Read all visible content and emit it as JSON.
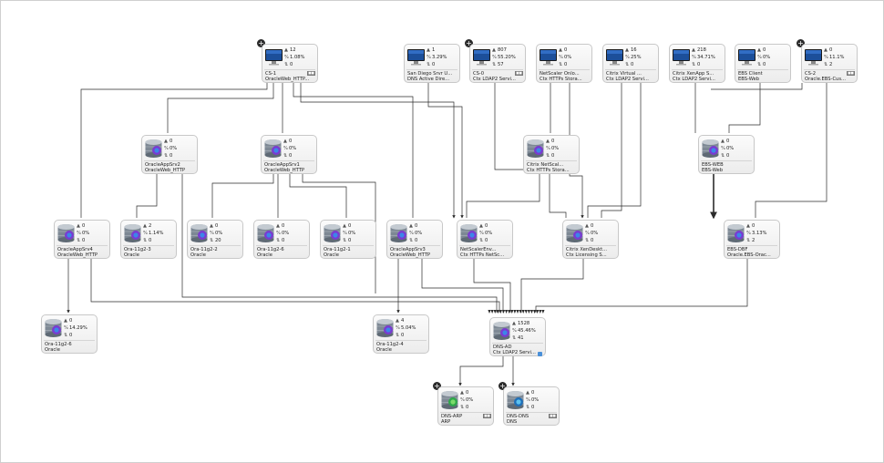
{
  "nodes": {
    "cs1": {
      "alerts": "12",
      "pct": "1.08%",
      "conn": "0",
      "l1": "CS-1",
      "l2": "OracleWeb_HTTP..."
    },
    "sanDiegoServer": {
      "alerts": "1",
      "pct": "3.29%",
      "conn": "0",
      "l1": "San Diego Srvr U...",
      "l2": "DNS Active Dire..."
    },
    "cs0": {
      "alerts": "807",
      "pct": "55.20%",
      "conn": "57",
      "l1": "CS-0",
      "l2": "Ctx LDAP2 Servi..."
    },
    "netScalerOnlo": {
      "alerts": "0",
      "pct": "0%",
      "conn": "0",
      "l1": "NetScaler Onlo...",
      "l2": "Ctx HTTPs Stora..."
    },
    "citrixVirtual": {
      "alerts": "16",
      "pct": "25%",
      "conn": "0",
      "l1": "Citrix Virtual ...",
      "l2": "Ctx LDAP2 Servi..."
    },
    "citrixXenApp": {
      "alerts": "218",
      "pct": "34.71%",
      "conn": "0",
      "l1": "Citrix XenApp S...",
      "l2": "Ctx LDAP2 Servi..."
    },
    "ebsClient": {
      "alerts": "0",
      "pct": "0%",
      "conn": "0",
      "l1": "EBS Client",
      "l2": "EBS-Web"
    },
    "cs2": {
      "alerts": "0",
      "pct": "11.1%",
      "conn": "2",
      "l1": "CS-2",
      "l2": "Oracle.EBS-Cus..."
    },
    "oracleAppSrv2": {
      "alerts": "0",
      "pct": "0%",
      "conn": "0",
      "l1": "OracleAppSrv2",
      "l2": "OracleWeb_HTTP"
    },
    "oracleAppSrv1": {
      "alerts": "0",
      "pct": "0%",
      "conn": "0",
      "l1": "OracleAppSrv1",
      "l2": "OracleWeb_HTTP"
    },
    "citrixNetScaler": {
      "alerts": "0",
      "pct": "0%",
      "conn": "0",
      "l1": "Citrix NetScal...",
      "l2": "Ctx HTTPs Stora..."
    },
    "ebsWeb": {
      "alerts": "0",
      "pct": "0%",
      "conn": "0",
      "l1": "EBS-WEB",
      "l2": "EBS-Web"
    },
    "oracleAppSrv4": {
      "alerts": "0",
      "pct": "0%",
      "conn": "0",
      "l1": "OracleAppSrv4",
      "l2": "OracleWeb_HTTP"
    },
    "ora11g23": {
      "alerts": "2",
      "pct": "1.14%",
      "conn": "0",
      "l1": "Ora-11g2-3",
      "l2": "Oracle"
    },
    "ora11g22": {
      "alerts": "0",
      "pct": "0%",
      "conn": "20",
      "l1": "Ora-11g2-2",
      "l2": "Oracle"
    },
    "ora11g26a": {
      "alerts": "0",
      "pct": "0%",
      "conn": "0",
      "l1": "Ora-11g2-6",
      "l2": "Oracle"
    },
    "ora11g21": {
      "alerts": "0",
      "pct": "0%",
      "conn": "0",
      "l1": "Ora-11g2-1",
      "l2": "Oracle"
    },
    "oracleAppSrv3": {
      "alerts": "0",
      "pct": "0%",
      "conn": "0",
      "l1": "OracleAppSrv3",
      "l2": "OracleWeb_HTTP"
    },
    "netScalerEnv": {
      "alerts": "0",
      "pct": "0%",
      "conn": "0",
      "l1": "NetScalerEnv...",
      "l2": "Ctx HTTPs NetSc..."
    },
    "citrixXenDeskt": {
      "alerts": "0",
      "pct": "0%",
      "conn": "0",
      "l1": "Citrix XenDeskt...",
      "l2": "Ctx Licensing S..."
    },
    "ebsDbf": {
      "alerts": "0",
      "pct": "3.13%",
      "conn": "2",
      "l1": "EBS-DBF",
      "l2": "Oracle.EBS-Orac..."
    },
    "ora11g26b": {
      "alerts": "0",
      "pct": "14.29%",
      "conn": "0",
      "l1": "Ora-11g2-6",
      "l2": "Oracle"
    },
    "ora11g24": {
      "alerts": "4",
      "pct": "5.04%",
      "conn": "0",
      "l1": "Ora-11g2-4",
      "l2": "Oracle"
    },
    "dnsAd": {
      "alerts": "1528",
      "pct": "45.46%",
      "conn": "41",
      "l1": "DNS-AD",
      "l2": "Ctx LDAP2 Servi..."
    },
    "dnsArp": {
      "alerts": "0",
      "pct": "0%",
      "conn": "0",
      "l1": "DNS-ARP",
      "l2": "ARP"
    },
    "dnsDns": {
      "alerts": "0",
      "pct": "0%",
      "conn": "0",
      "l1": "DNS-DNS",
      "l2": "DNS"
    }
  },
  "colors": {
    "accent": "#4a90d9",
    "connector": "#2b2b2b",
    "cardBorder": "#c8c8c8"
  },
  "icons": {
    "desktop": "desktop-computer-icon",
    "database": "database-server-icon",
    "alert": "warning-triangle-icon",
    "percent": "percent-icon",
    "connections": "connections-icon",
    "expand": "plus-circle-icon"
  }
}
